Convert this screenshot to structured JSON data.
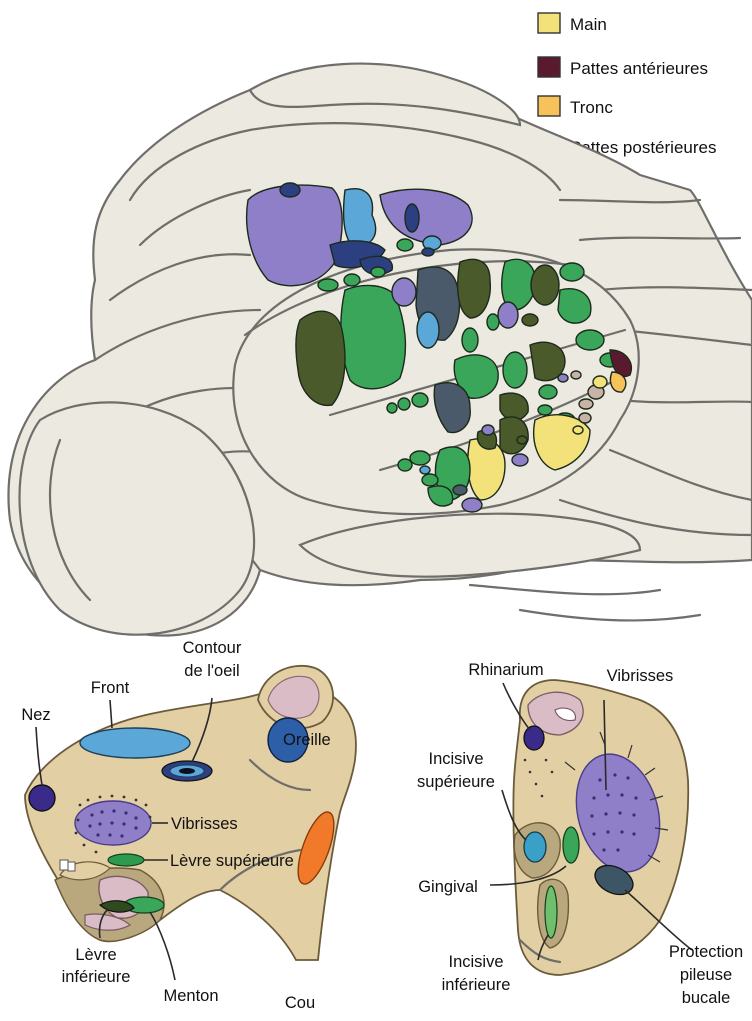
{
  "legend": {
    "items": [
      {
        "label": "Main",
        "color": "#f3e27a"
      },
      {
        "label": "Pattes antérieures",
        "color": "#5a1a2e"
      },
      {
        "label": "Tronc",
        "color": "#f7c25a"
      },
      {
        "label": "Pattes postérieures",
        "color": "#c9b2a6"
      }
    ]
  },
  "rat_head": {
    "labels": {
      "nez": "Nez",
      "front": "Front",
      "contour_line1": "Contour",
      "contour_line2": "de l'oeil",
      "oreille": "Oreille",
      "vibrisses": "Vibrisses",
      "levre_sup": "Lèvre supérieure",
      "levre_inf_line1": "Lèvre",
      "levre_inf_line2": "inférieure",
      "menton": "Menton",
      "cou": "Cou"
    }
  },
  "snout": {
    "labels": {
      "rhinarium": "Rhinarium",
      "vibrisses": "Vibrisses",
      "incisive_sup_line1": "Incisive",
      "incisive_sup_line2": "supérieure",
      "gingival": "Gingival",
      "incisive_inf_line1": "Incisive",
      "incisive_inf_line2": "inférieure",
      "protection_line1": "Protection",
      "protection_line2": "pileuse",
      "protection_line3": "bucale"
    }
  },
  "colors": {
    "purple": "#8e7fc8",
    "dark_blue": "#2c3f80",
    "light_blue": "#5aa7d8",
    "green": "#3aa65a",
    "dark_olive": "#4a5a2a",
    "slate": "#4b5a6a",
    "skin": "#e2cfa4",
    "brain": "#ece9e0"
  },
  "icons": [
    "brain-icon",
    "rat-head-icon",
    "rat-snout-icon"
  ]
}
